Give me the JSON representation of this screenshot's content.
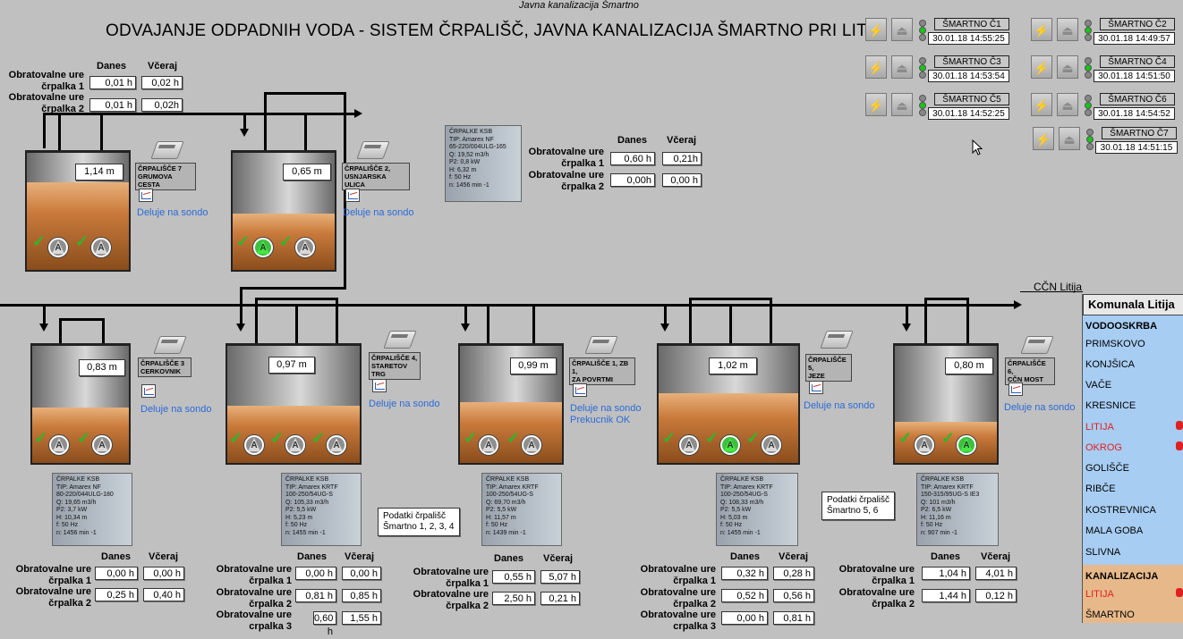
{
  "header_caption": "Javna kanalizacija Šmartno",
  "title": "ODVAJANJE ODPADNIH VODA - SISTEM ČRPALIŠČ, JAVNA KANALIZACIJA ŠMARTNO PRI LITIJI",
  "labels": {
    "danes": "Danes",
    "vceraj": "Včeraj",
    "ure_1": "Obratovalne ure\nčrpalka 1",
    "ure_2": "Obratovalne ure\nčrpalka 2",
    "ure_3": "Obratovalne ure\ncrpalka 3",
    "ccn": "CČN Litija",
    "pump_letter": "A"
  },
  "top_hours": {
    "p1_today": "0,01 h",
    "p1_yest": "0,02 h",
    "p2_today": "0,01 h",
    "p2_yest": "0,02h"
  },
  "mid_hours": {
    "p1_today": "0,60 h",
    "p1_yest": "0,21h",
    "p2_today": "0,00h",
    "p2_yest": "0,00 h"
  },
  "stations": [
    {
      "id": "s7",
      "level": "1,14 m",
      "label": "ČRPALIŠČE 7\nGRUMOVA CESTA",
      "status": "Deluje na sondo"
    },
    {
      "id": "s2",
      "level": "0,65 m",
      "label": "ČRPALIŠČE 2,\nUSNJARSKA ULICA",
      "status": "Deluje na sondo"
    },
    {
      "id": "s3",
      "level": "0,83 m",
      "label": "ČRPALIŠČE 3\nCERKOVNIK",
      "status": "Deluje na sondo",
      "spec": "ČRPALKE KSB\nTIP: Amarex NF\n80-220/044ULG-180\nQ: 19,65 m3/h\nP2: 3,7 kW\nH: 10,34 m\nf: 50 Hz\nn: 1456 min -1",
      "h": {
        "p1t": "0,00 h",
        "p1y": "0,00 h",
        "p2t": "0,25 h",
        "p2y": "0,40 h"
      }
    },
    {
      "id": "s4",
      "level": "0,97 m",
      "label": "ČRPALIŠČE 4,\nSTARETOV TRG",
      "status": "Deluje na sondo",
      "spec": "ČRPALKE KSB\nTIP: Amarex KRTF\n100-250/54UG-S\nQ: 105,33 m3/h\nP2: 5,5 kW\nH: 5,23 m\nf: 50 Hz\nn: 1455 min -1",
      "h": {
        "p1t": "0,00 h",
        "p1y": "0,00 h",
        "p2t": "0,81 h",
        "p2y": "0,85 h",
        "p3t": "0,60 h",
        "p3y": "1,55 h"
      }
    },
    {
      "id": "s1",
      "level": "0,99 m",
      "label": "ČRPALIŠČE 1, ZB 1,\nZA POVRTMI",
      "status": "Deluje na sondo",
      "status2": "Prekucnik OK",
      "spec": "ČRPALKE KSB\nTIP: Amarex KRTF\n100-250/54UG-S\nQ: 69,70 m3/h\nP2: 5,5 kW\nH: 11,57 m\nf: 50 Hz\nn: 1439 min -1",
      "h": {
        "p1t": "0,55 h",
        "p1y": "5,07 h",
        "p2t": "2,50 h",
        "p2y": "0,21 h"
      }
    },
    {
      "id": "s5",
      "level": "1,02 m",
      "label": "ČRPALIŠČE 5,\nJEZE",
      "status": "Deluje na sondo",
      "spec": "ČRPALKE KSB\nTIP: Amarex KRTF\n100-250/54UG-S\nQ: 108,33 m3/h\nP2: 5,5 kW\nH: 5,03 m\nf: 50 Hz\nn: 1455 min -1",
      "h": {
        "p1t": "0,32 h",
        "p1y": "0,28 h",
        "p2t": "0,52 h",
        "p2y": "0,56 h",
        "p3t": "0,00 h",
        "p3y": "0,81 h"
      }
    },
    {
      "id": "s6",
      "level": "0,80 m",
      "label": "ČRPALIŠČE 6,\nCČN MOST",
      "status": "Deluje na sondo",
      "spec": "ČRPALKE KSB\nTIP: Amarex KRTF\n150-315/95UG-S IE3\nQ: 101 m3/h\nP2: 6,5 kW\nH: 11,16 m\nf: 50 Hz\nn: 907 min -1",
      "h": {
        "p1t": "1,04 h",
        "p1y": "4,01 h",
        "p2t": "1,44 h",
        "p2y": "0,12 h"
      }
    }
  ],
  "spec_top": "ČRPALKE KSB\nTIP: Amarex NF\n65-220/004ULG-165\nQ: 19,52 m3/h\nP2: 0,8 kW\nH: 6,32 m\nf: 50 Hz\nn: 1456 min -1",
  "status_units": [
    {
      "name": "ŠMARTNO Č1",
      "time": "30.01.18 14:55:25"
    },
    {
      "name": "ŠMARTNO Č2",
      "time": "30.01.18 14:49:57"
    },
    {
      "name": "ŠMARTNO Č3",
      "time": "30.01.18 14:53:54"
    },
    {
      "name": "ŠMARTNO Č4",
      "time": "30.01.18 14:51:50"
    },
    {
      "name": "ŠMARTNO Č5",
      "time": "30.01.18 14:52:25"
    },
    {
      "name": "ŠMARTNO Č6",
      "time": "30.01.18 14:54:52"
    },
    {
      "name": "ŠMARTNO Č7",
      "time": "30.01.18 14:51:15"
    }
  ],
  "tooltips": {
    "a": "Podatki črpališč\nŠmartno 1, 2, 3, 4",
    "b": "Podatki črpališč\nŠmartno 5, 6"
  },
  "panel": {
    "title": "Komunala Litija",
    "sec1": "VODOOSKRBA",
    "items": [
      "PRIMSKOVO",
      "KONJŠICA",
      "VAČE",
      "KRESNICE",
      "LITIJA",
      "OKROG",
      "GOLIŠČE",
      "RIBČE",
      "KOSTREVNICA",
      "MALA GOBA",
      "SLIVNA"
    ],
    "sec2": "KANALIZACIJA",
    "items2": [
      "LITIJA",
      "ŠMARTNO"
    ]
  },
  "colors": {
    "accent": "#2a6ad8",
    "alarm": "#e02020",
    "pump_on": "#3fbf3f",
    "panel": "#a8cdf3"
  }
}
